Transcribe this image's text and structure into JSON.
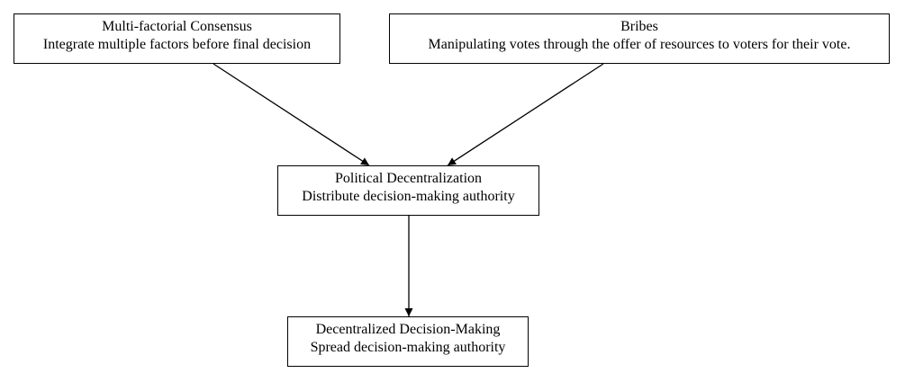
{
  "diagram": {
    "nodes": [
      {
        "id": "multi-factorial-consensus",
        "title": "Multi-factorial Consensus",
        "description": "Integrate multiple factors before final decision"
      },
      {
        "id": "bribes",
        "title": "Bribes",
        "description": "Manipulating votes through the offer of resources to voters for their vote."
      },
      {
        "id": "political-decentralization",
        "title": "Political Decentralization",
        "description": "Distribute decision-making authority"
      },
      {
        "id": "decentralized-decision-making",
        "title": "Decentralized Decision-Making",
        "description": "Spread decision-making authority"
      }
    ],
    "edges": [
      {
        "from": "multi-factorial-consensus",
        "to": "political-decentralization"
      },
      {
        "from": "bribes",
        "to": "political-decentralization"
      },
      {
        "from": "political-decentralization",
        "to": "decentralized-decision-making"
      }
    ]
  }
}
